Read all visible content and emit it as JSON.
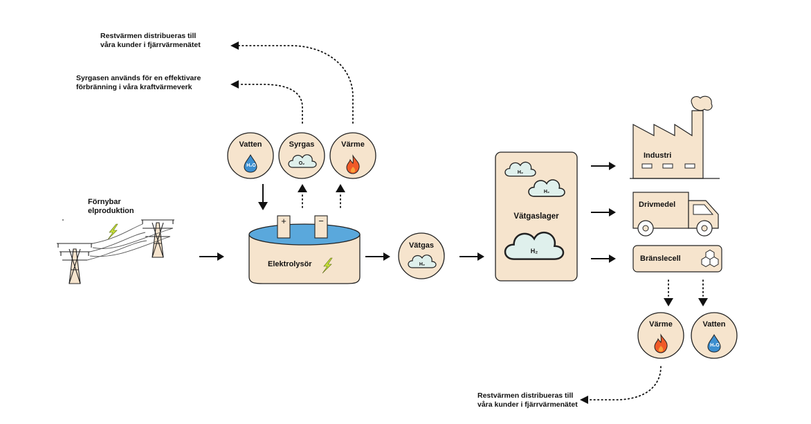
{
  "notes": {
    "top_heat": [
      "Restvärmen distribueras till",
      "våra kunder i fjärrvärmenätet"
    ],
    "top_oxygen": [
      "Syrgasen används för en effektivare",
      "förbränning i våra kraftvärmeverk"
    ],
    "bottom_heat": [
      "Restvärmen distribueras till",
      "våra kunder i fjärrvärmenätet"
    ]
  },
  "power": {
    "label": [
      "Förnybar",
      "elproduktion"
    ]
  },
  "inputs": {
    "water": {
      "title": "Vatten",
      "formula": "H₂O"
    },
    "oxygen": {
      "title": "Syrgas",
      "formula": "O₂"
    },
    "heat": {
      "title": "Värme"
    }
  },
  "electrolyser": {
    "label": "Elektrolysör",
    "plus": "+",
    "minus": "−"
  },
  "hydrogen": {
    "title": "Vätgas",
    "formula": "H₂"
  },
  "storage": {
    "label": "Vätgaslager",
    "formula": "H₂"
  },
  "uses": {
    "industry": "Industri",
    "fuel": "Drivmedel",
    "fuelcell": "Bränslecell"
  },
  "outputs": {
    "heat": {
      "title": "Värme"
    },
    "water": {
      "title": "Vatten",
      "formula": "H₂O"
    }
  },
  "colors": {
    "beige": "#f6e4cd",
    "outline": "#222222",
    "water_blue": "#5aa8dc",
    "drop_blue": "#3c8fd0",
    "cloud": "#dff0ec",
    "flame": "#f05a28",
    "flame_inner": "#f7a23a",
    "lightning": "#c7e23a"
  },
  "icons": [
    "power-pylon-icon",
    "lightning-icon",
    "water-drop-icon",
    "cloud-icon",
    "flame-icon",
    "factory-icon",
    "truck-icon",
    "hexagon-molecule-icon",
    "arrow-icon"
  ]
}
